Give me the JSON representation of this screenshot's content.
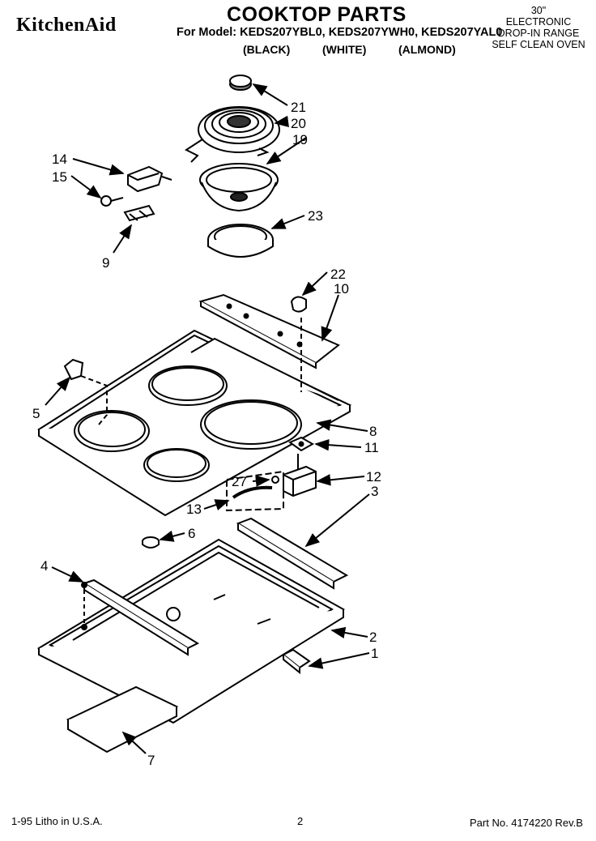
{
  "header": {
    "brand": "KitchenAid",
    "title": "COOKTOP PARTS",
    "model_line": "For Model: KEDS207YBL0, KEDS207YWH0, KEDS207YAL0",
    "colors": [
      "(BLACK)",
      "(WHITE)",
      "(ALMOND)"
    ],
    "spec_size": "30\"",
    "spec_lines": [
      "ELECTRONIC",
      "DROP-IN RANGE",
      "SELF CLEAN OVEN"
    ]
  },
  "callouts": {
    "c21": "21",
    "c20": "20",
    "c19": "19",
    "c14": "14",
    "c15": "15",
    "c9": "9",
    "c23": "23",
    "c22": "22",
    "c10": "10",
    "c5": "5",
    "c8": "8",
    "c11": "11",
    "c12": "12",
    "c3": "3",
    "c27": "27",
    "c13": "13",
    "c6": "6",
    "c4": "4",
    "c2": "2",
    "c1": "1",
    "c7": "7"
  },
  "footer": {
    "left": "1-95  Litho in U.S.A.",
    "page": "2",
    "part": "Part No. 4174220  Rev.B"
  }
}
